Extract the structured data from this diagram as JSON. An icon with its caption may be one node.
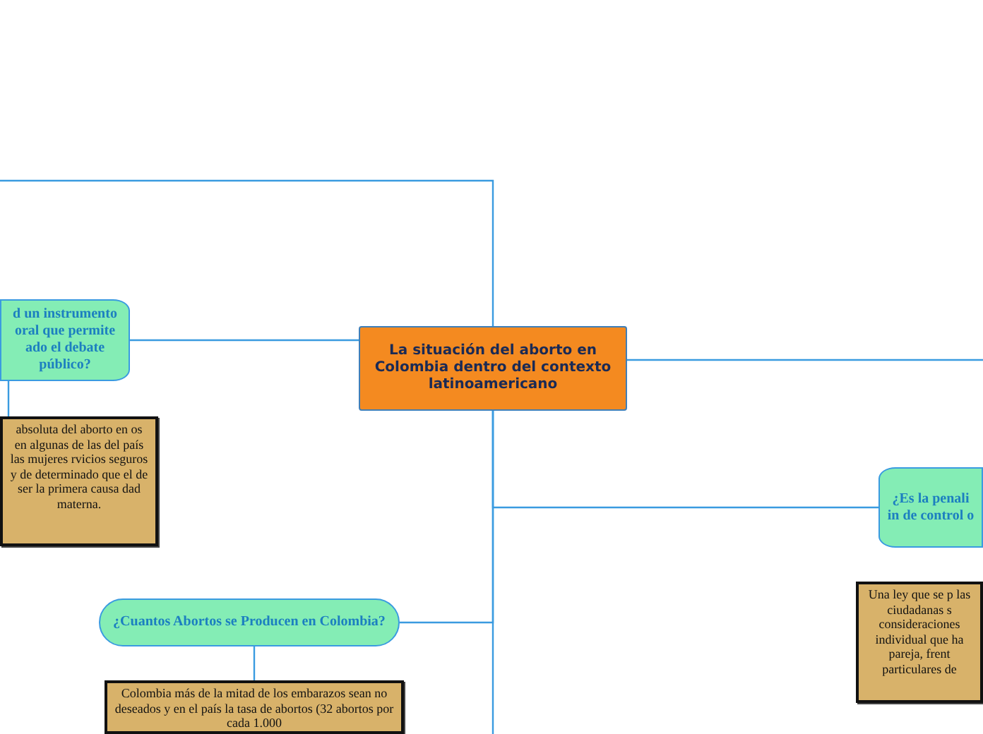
{
  "diagram": {
    "nodes": [
      {
        "text": [
          "La situación del aborto en Colombia dentro del contexto latinoamericano"
        ]
      },
      {
        "text": [
          "d un instrumento oral que permite ado el debate público?"
        ]
      },
      {
        "text": [
          "absoluta del aborto en os en algunas de las del país las mujeres rvicios seguros y de determinado que el de ser la primera causa dad materna."
        ]
      },
      {
        "text": [
          "¿Es la penali in de control o"
        ]
      },
      {
        "text": [
          "Una ley que se p las ciudadanas s consideraciones individual que ha pareja, frent particulares de"
        ]
      },
      {
        "text": [
          "¿Cuantos Abortos se Producen en Colombia?"
        ]
      },
      {
        "text": [
          "Colombia más de la mitad de los embarazos sean no deseados y en el país la tasa de abortos (32 abortos por cada 1.000"
        ]
      }
    ],
    "edges": [
      {
        "from": 0,
        "to": null,
        "arrow": "none"
      },
      {
        "from": 0,
        "to": 1,
        "arrow": "none"
      },
      {
        "from": 1,
        "to": 2,
        "arrow": "none"
      },
      {
        "from": 0,
        "to": null,
        "arrow": "none"
      },
      {
        "from": 0,
        "to": 3,
        "arrow": "none"
      },
      {
        "from": 0,
        "to": 5,
        "arrow": "none"
      },
      {
        "from": 5,
        "to": 6,
        "arrow": "none"
      },
      {
        "from": 0,
        "to": null,
        "arrow": "none"
      }
    ]
  }
}
